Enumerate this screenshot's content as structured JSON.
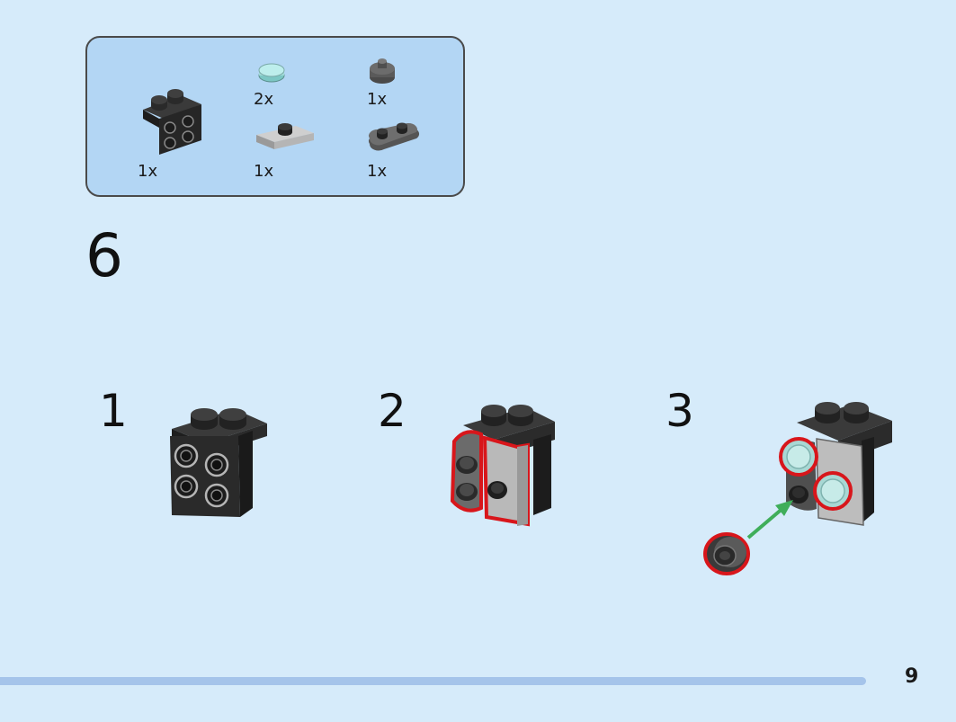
{
  "parts_list": {
    "items": [
      {
        "icon": "bracket-1x2-2x2-black-icon",
        "qty": "1x"
      },
      {
        "icon": "round-tile-1x1-trans-light-blue-icon",
        "qty": "2x"
      },
      {
        "icon": "plate-1x2-jumper-light-gray-icon",
        "qty": "1x"
      },
      {
        "icon": "round-plate-1x1-dark-gray-icon",
        "qty": "1x"
      },
      {
        "icon": "plate-1x2-rounded-dark-gray-icon",
        "qty": "1x"
      }
    ]
  },
  "step": {
    "number": "6",
    "substeps": [
      "1",
      "2",
      "3"
    ]
  },
  "colors": {
    "background": "#d6ebfa",
    "parts_box": "#b3d6f4",
    "highlight": "#d8161b",
    "arrow": "#3fae5a",
    "progress": "#a5c4ea"
  },
  "page": {
    "number": "9"
  }
}
